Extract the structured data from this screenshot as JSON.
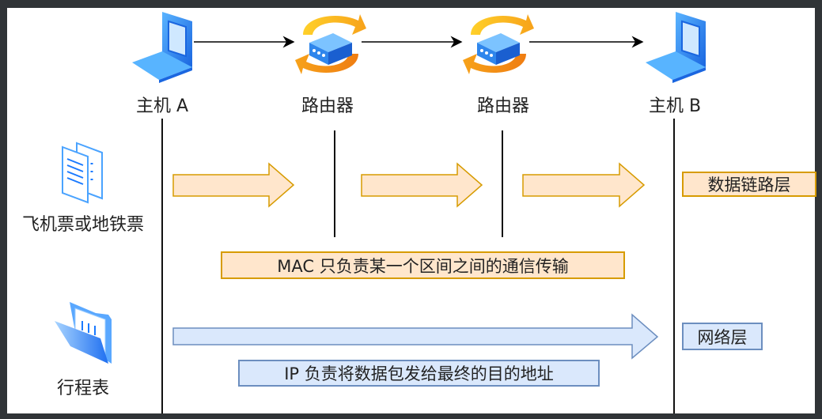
{
  "nodes": {
    "host_a": "主机 A",
    "router_1": "路由器",
    "router_2": "路由器",
    "host_b": "主机 B"
  },
  "side_labels": {
    "ticket": "飞机票或地铁票",
    "itinerary": "行程表"
  },
  "layers": {
    "data_link": "数据链路层",
    "network": "网络层"
  },
  "notes": {
    "mac": "MAC 只负责某一个区间之间的通信传输",
    "ip": "IP 负责将数据包发给最终的目的地址"
  },
  "colors": {
    "orange_fill": "#ffe6cc",
    "orange_stroke": "#d79b00",
    "blue_fill": "#dae8fc",
    "blue_stroke": "#6c8ebf"
  }
}
